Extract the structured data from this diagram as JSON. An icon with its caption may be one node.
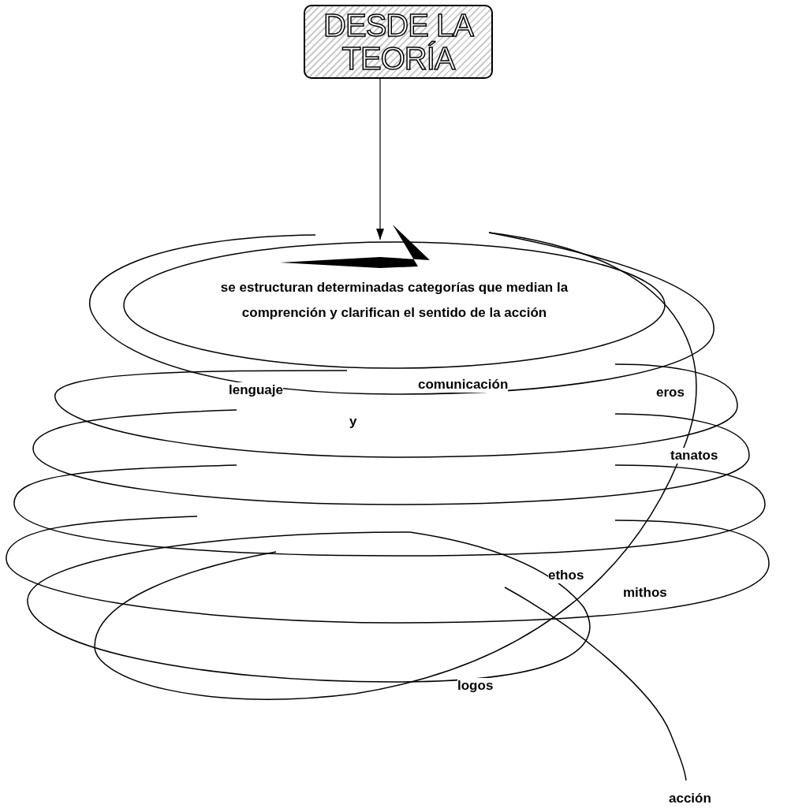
{
  "diagram": {
    "nodes": [
      {
        "text": [
          "DESDE LA TEORÍA"
        ]
      },
      {
        "text": [
          "se estructuran determinadas categorías que median la comprención y clarifican el sentido de la acción"
        ]
      }
    ],
    "edges": [
      {
        "from": 0,
        "to": 1,
        "arrow": "to"
      }
    ],
    "labels": [
      "lenguaje",
      "comunicación",
      "eros",
      "y",
      "tanatos",
      "ethos",
      "mithos",
      "logos",
      "acción"
    ]
  }
}
